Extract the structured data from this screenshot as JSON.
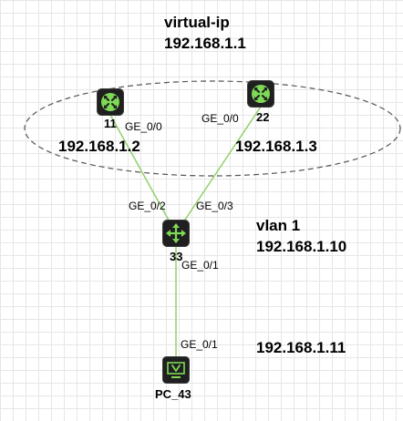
{
  "group": {
    "title": "virtual-ip",
    "ip": "192.168.1.1"
  },
  "devices": {
    "r11": {
      "label": "11",
      "ip": "192.168.1.2",
      "icon": "router-icon"
    },
    "r22": {
      "label": "22",
      "ip": "192.168.1.3",
      "icon": "router-icon"
    },
    "s33": {
      "label": "33",
      "vlan": "vlan 1",
      "ip": "192.168.1.10",
      "icon": "switch-icon"
    },
    "pc43": {
      "label": "PC_43",
      "ip": "192.168.1.11",
      "icon": "pc-icon"
    }
  },
  "ports": {
    "r11_ge": "GE_0/0",
    "r22_ge": "GE_0/0",
    "s33_ge2": "GE_0/2",
    "s33_ge3": "GE_0/3",
    "s33_ge1": "GE_0/1",
    "pc43_ge": "GE_0/1"
  },
  "colors": {
    "link": "#8fd16a",
    "device_body": "#1f1f1f",
    "device_accent": "#7ed957",
    "ellipse": "#555555"
  }
}
